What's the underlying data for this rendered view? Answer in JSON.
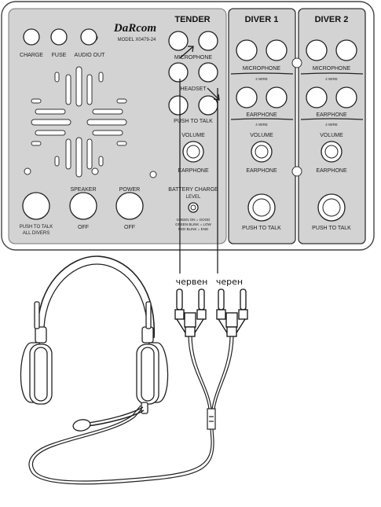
{
  "brand": "DaRcom",
  "model": "MODEL X0479-24",
  "left_panel": {
    "top_labels": [
      "CHARGE",
      "FUSE",
      "AUDIO OUT"
    ],
    "bottom_controls": [
      {
        "label": "PUSH TO TALK",
        "sub": "ALL DIVERS",
        "state": ""
      },
      {
        "label": "SPEAKER",
        "sub": "",
        "state": "OFF"
      },
      {
        "label": "POWER",
        "sub": "",
        "state": "OFF"
      }
    ]
  },
  "tender": {
    "title": "TENDER",
    "microphone": "MICROPHONE",
    "headset": "HEADSET",
    "push_to_talk": "PUSH TO TALK",
    "volume": "VOLUME",
    "earphone": "EARPHONE",
    "battery_title": "BATTERY CHARGE",
    "battery_level": "LEVEL",
    "battery_legend": [
      "GREEN ON = GOOD",
      "GREEN BLINK = LOW",
      "RED BLINK = END"
    ]
  },
  "divers": [
    {
      "title": "DIVER 1",
      "microphone": "MICROPHONE",
      "wire2": "2 WIRE",
      "earphone": "EARPHONE",
      "wire4": "4 WIRE",
      "volume": "VOLUME",
      "volume_earphone": "EARPHONE",
      "push_to_talk": "PUSH TO TALK"
    },
    {
      "title": "DIVER 2",
      "microphone": "MICROPHONE",
      "wire2": "2 WIRE",
      "earphone": "EARPHONE",
      "wire4": "4 WIRE",
      "volume": "VOLUME",
      "volume_earphone": "EARPHONE",
      "push_to_talk": "PUSH TO TALK"
    }
  ],
  "callouts": [
    "червен",
    "черен"
  ]
}
